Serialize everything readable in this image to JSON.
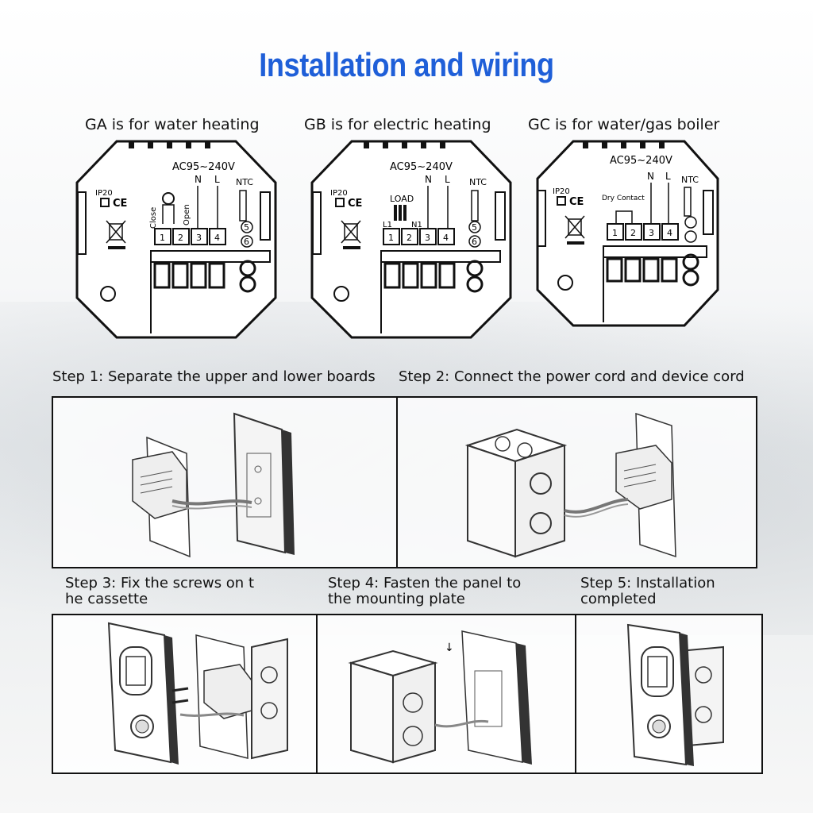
{
  "title": "Installation and wiring",
  "boards": [
    {
      "label": "GA is for water heating",
      "voltage": "AC95~240V",
      "ip": "IP20",
      "ce": "CE",
      "n": "N",
      "l": "L",
      "ntc": "NTC",
      "close": "Close",
      "open": "Open",
      "terminals": [
        "1",
        "2",
        "3",
        "4"
      ],
      "ntc_terminals": [
        "5",
        "6"
      ]
    },
    {
      "label": "GB is for electric heating",
      "voltage": "AC95~240V",
      "ip": "IP20",
      "ce": "CE",
      "n": "N",
      "l": "L",
      "ntc": "NTC",
      "load": "LOAD",
      "l1": "L1",
      "n1": "N1",
      "terminals": [
        "1",
        "2",
        "3",
        "4"
      ],
      "ntc_terminals": [
        "5",
        "6"
      ]
    },
    {
      "label": "GC is for water/gas boiler",
      "voltage": "AC95~240V",
      "ip": "IP20",
      "ce": "CE",
      "n": "N",
      "l": "L",
      "ntc": "NTC",
      "dry": "Dry Contact",
      "terminals": [
        "1",
        "2",
        "3",
        "4"
      ]
    }
  ],
  "steps": [
    {
      "label": "Step 1: Separate the upper and lower boards"
    },
    {
      "label": "Step 2: Connect the power cord and device cord"
    },
    {
      "label": "Step 3: Fix the screws on t\nhe cassette"
    },
    {
      "label": "Step 4: Fasten the panel to\nthe mounting plate"
    },
    {
      "label": "Step 5: Installation\ncompleted"
    }
  ],
  "colors": {
    "title": "#1f5fd8",
    "line": "#111111"
  }
}
